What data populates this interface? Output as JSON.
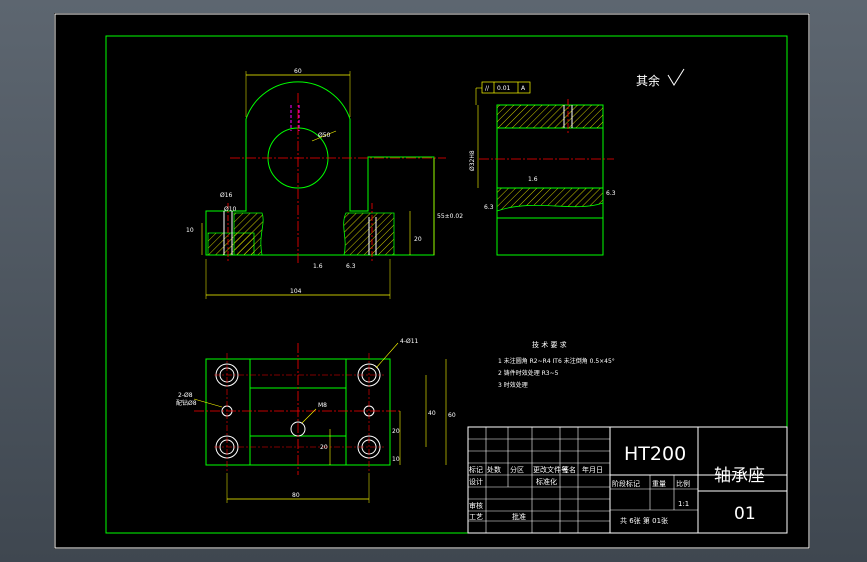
{
  "drawing": {
    "surface_roughness_note": "其余",
    "tech_req_title": "技 术 要 求",
    "tech_req_items": [
      "1  未注圆角 R2~R4  IT6 未注倒角 0.5×45°",
      "2  铸件时效处理 R3~5",
      "3  时效处理"
    ]
  },
  "front_view": {
    "dim_top_width": "60",
    "dim_bore": "Ø50",
    "dim_small_hole": "Ø16",
    "dim_counterbore": "Ø10",
    "dim_left_height": "10",
    "dim_roughness_a": "6.3",
    "dim_roughness_b": "1.6",
    "dim_base_height": "20",
    "dim_center_height": "55±0.02",
    "dim_total_width": "104"
  },
  "side_view": {
    "tolerance_box": [
      "//",
      "0.01",
      "A"
    ],
    "dim_diameter": "Ø32H8",
    "dim_roughness_left": "6.3",
    "dim_roughness_mid": "1.6",
    "dim_roughness_right": "6.3"
  },
  "top_view": {
    "dim_holes": "4-Ø11",
    "dim_side_holes": "2-Ø8",
    "dim_side_holes_sub": "配钻Ø8",
    "dim_center_hole": "M8",
    "dim_span_40": "40",
    "dim_span_60": "60",
    "dim_20_a": "20",
    "dim_20_b": "20",
    "dim_10": "10",
    "dim_bottom_80": "80"
  },
  "title_block": {
    "material": "HT200",
    "part_name": "轴承座",
    "drawing_number": "01",
    "header_cells": [
      "标记",
      "处数",
      "分区",
      "更改文件号",
      "签名",
      "年月日"
    ],
    "design_label": "设计",
    "standardization_label": "标准化",
    "review_label": "审核",
    "process_label": "工艺",
    "approve_label": "批准",
    "stage_mark_label": "阶段标记",
    "weight_label": "重量",
    "scale_label": "比例",
    "scale_value": "1:1",
    "sheet_info": "共 6张 第 01张"
  },
  "colors": {
    "background": "#000000",
    "outline_white": "#ffffff",
    "outline_green": "#00ff00",
    "centerline_red": "#ff0000",
    "dimension_yellow": "#ffff00",
    "hidden_magenta": "#ff00ff"
  }
}
